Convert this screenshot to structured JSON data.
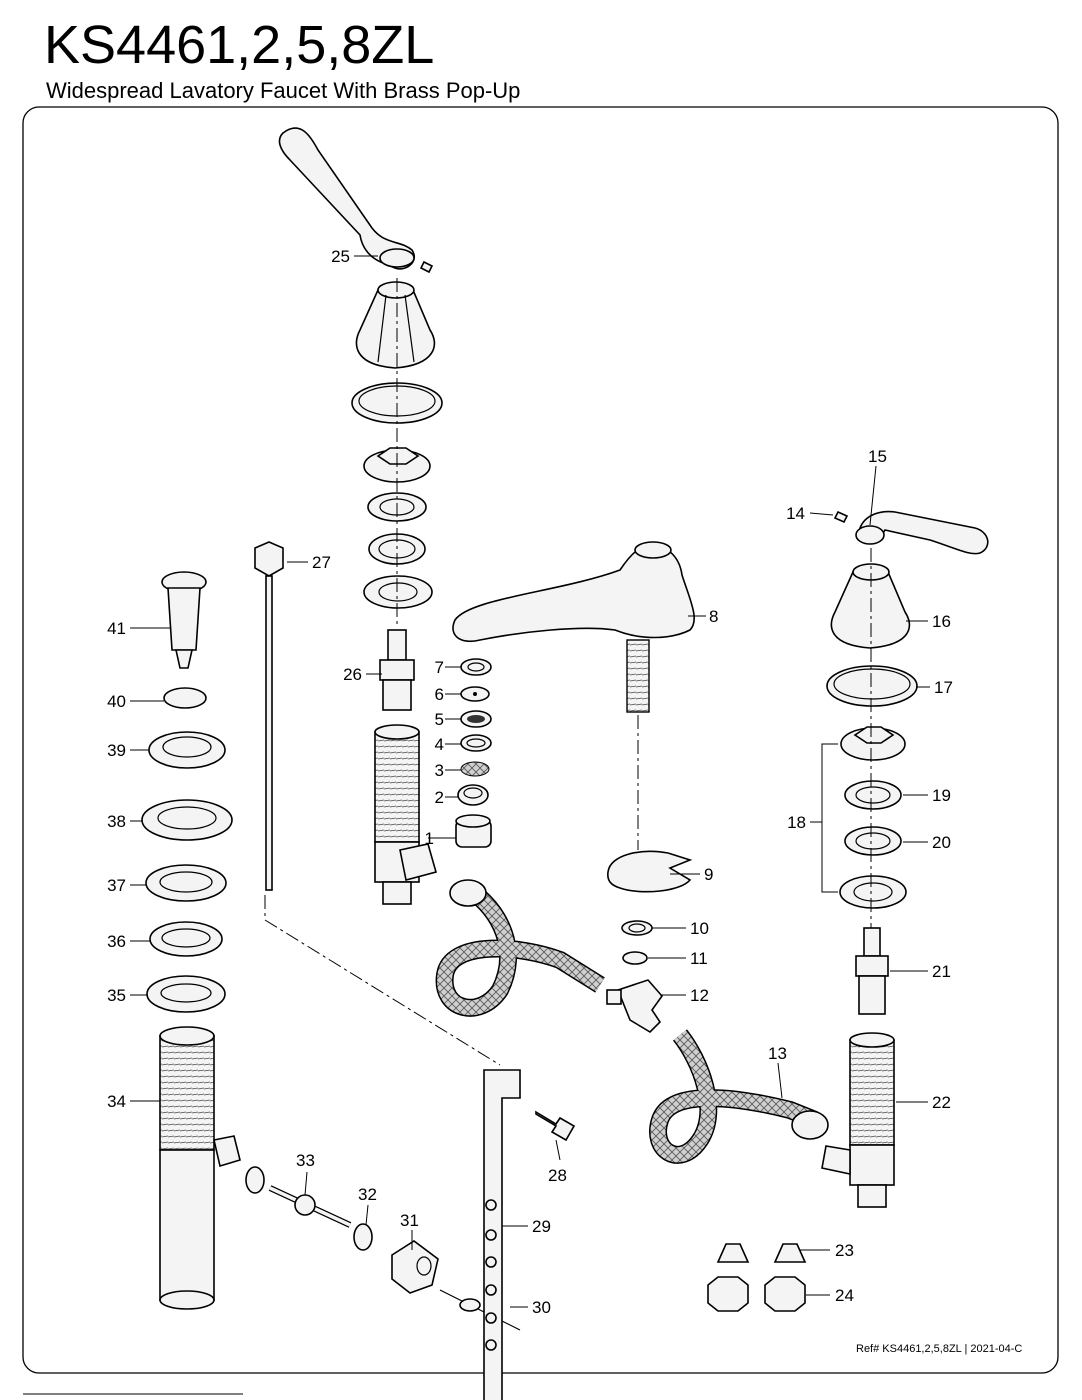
{
  "header": {
    "model": "KS4461,2,5,8ZL",
    "description": "Widespread Lavatory Faucet With Brass Pop-Up"
  },
  "footer": {
    "ref": "Ref# KS4461,2,5,8ZL | 2021-04-C"
  },
  "callouts": [
    "1",
    "2",
    "3",
    "4",
    "5",
    "6",
    "7",
    "8",
    "9",
    "10",
    "11",
    "12",
    "13",
    "14",
    "15",
    "16",
    "17",
    "18",
    "19",
    "20",
    "21",
    "22",
    "23",
    "24",
    "25",
    "26",
    "27",
    "28",
    "29",
    "30",
    "31",
    "32",
    "33",
    "34",
    "35",
    "36",
    "37",
    "38",
    "39",
    "40",
    "41"
  ],
  "colors": {
    "line": "#000000",
    "fill": "#f4f4f4",
    "hose_mesh": "#bfbfbf"
  }
}
